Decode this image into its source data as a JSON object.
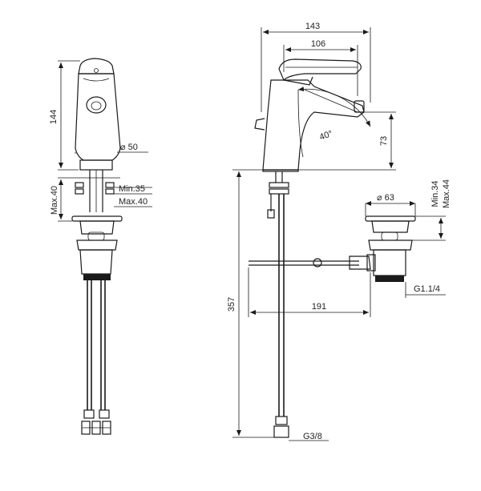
{
  "front_view": {
    "height_label": "144",
    "diameter_label": "⌀ 50",
    "max_left_label": "Max.40",
    "min_label": "Min.35",
    "max_label": "Max.40"
  },
  "side_view": {
    "overall_width_label": "143",
    "spout_width_label": "106",
    "angle_label": "40°",
    "spout_height_label": "73",
    "total_height_label": "357",
    "rod_length_label": "191",
    "hose_thread_label": "G3/8"
  },
  "waste_detail": {
    "diameter_label": "⌀ 63",
    "min_label": "Min.34",
    "max_label": "Max.44",
    "thread_label": "G1.1/4"
  }
}
